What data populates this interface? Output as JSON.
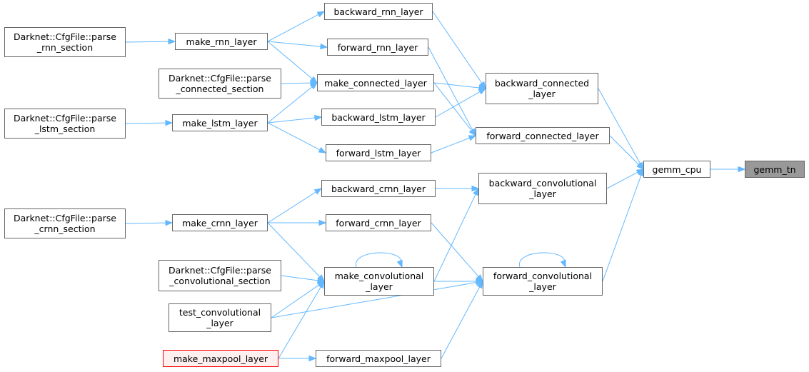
{
  "graph": {
    "colors": {
      "edge": "#63b8ff",
      "node_border": "#666666",
      "current_fill": "#999999",
      "incomplete_border": "#ff0000"
    },
    "nodes": {
      "gemm_tn": {
        "label": "gemm_tn",
        "current": true
      },
      "gemm_cpu": {
        "label": "gemm_cpu"
      },
      "backward_connected_layer": {
        "label": "backward_connected\n_layer"
      },
      "forward_connected_layer": {
        "label": "forward_connected_layer"
      },
      "backward_convolutional_layer": {
        "label": "backward_convolutional\n_layer"
      },
      "forward_convolutional_layer": {
        "label": "forward_convolutional\n_layer"
      },
      "backward_rnn_layer": {
        "label": "backward_rnn_layer"
      },
      "forward_rnn_layer": {
        "label": "forward_rnn_layer"
      },
      "make_connected_layer": {
        "label": "make_connected_layer"
      },
      "backward_lstm_layer": {
        "label": "backward_lstm_layer"
      },
      "forward_lstm_layer": {
        "label": "forward_lstm_layer"
      },
      "backward_crnn_layer": {
        "label": "backward_crnn_layer"
      },
      "forward_crnn_layer": {
        "label": "forward_crnn_layer"
      },
      "make_convolutional_layer": {
        "label": "make_convolutional\n_layer"
      },
      "forward_maxpool_layer": {
        "label": "forward_maxpool_layer"
      },
      "make_rnn_layer": {
        "label": "make_rnn_layer"
      },
      "make_lstm_layer": {
        "label": "make_lstm_layer"
      },
      "make_crnn_layer": {
        "label": "make_crnn_layer"
      },
      "test_convolutional_layer": {
        "label": "test_convolutional\n_layer"
      },
      "make_maxpool_layer": {
        "label": "make_maxpool_layer",
        "incomplete": true
      },
      "parse_rnn_section": {
        "label": "Darknet::CfgFile::parse\n_rnn_section"
      },
      "parse_connected_section": {
        "label": "Darknet::CfgFile::parse\n_connected_section"
      },
      "parse_lstm_section": {
        "label": "Darknet::CfgFile::parse\n_lstm_section"
      },
      "parse_crnn_section": {
        "label": "Darknet::CfgFile::parse\n_crnn_section"
      },
      "parse_convolutional_section": {
        "label": "Darknet::CfgFile::parse\n_convolutional_section"
      }
    },
    "edges": [
      [
        "gemm_cpu",
        "gemm_tn"
      ],
      [
        "backward_connected_layer",
        "gemm_cpu"
      ],
      [
        "forward_connected_layer",
        "gemm_cpu"
      ],
      [
        "backward_convolutional_layer",
        "gemm_cpu"
      ],
      [
        "forward_convolutional_layer",
        "gemm_cpu"
      ],
      [
        "backward_rnn_layer",
        "backward_connected_layer"
      ],
      [
        "make_connected_layer",
        "backward_connected_layer"
      ],
      [
        "backward_lstm_layer",
        "backward_connected_layer"
      ],
      [
        "forward_rnn_layer",
        "forward_connected_layer"
      ],
      [
        "make_connected_layer",
        "forward_connected_layer"
      ],
      [
        "forward_lstm_layer",
        "forward_connected_layer"
      ],
      [
        "backward_crnn_layer",
        "backward_convolutional_layer"
      ],
      [
        "make_convolutional_layer",
        "backward_convolutional_layer"
      ],
      [
        "forward_crnn_layer",
        "forward_convolutional_layer"
      ],
      [
        "make_convolutional_layer",
        "forward_convolutional_layer"
      ],
      [
        "forward_convolutional_layer",
        "forward_convolutional_layer"
      ],
      [
        "test_convolutional_layer",
        "forward_convolutional_layer"
      ],
      [
        "forward_maxpool_layer",
        "forward_convolutional_layer"
      ],
      [
        "make_rnn_layer",
        "backward_rnn_layer"
      ],
      [
        "make_rnn_layer",
        "forward_rnn_layer"
      ],
      [
        "make_rnn_layer",
        "make_connected_layer"
      ],
      [
        "make_lstm_layer",
        "make_connected_layer"
      ],
      [
        "parse_connected_section",
        "make_connected_layer"
      ],
      [
        "make_lstm_layer",
        "backward_lstm_layer"
      ],
      [
        "make_lstm_layer",
        "forward_lstm_layer"
      ],
      [
        "make_crnn_layer",
        "backward_crnn_layer"
      ],
      [
        "make_crnn_layer",
        "forward_crnn_layer"
      ],
      [
        "make_crnn_layer",
        "make_convolutional_layer"
      ],
      [
        "make_convolutional_layer",
        "make_convolutional_layer"
      ],
      [
        "parse_convolutional_section",
        "make_convolutional_layer"
      ],
      [
        "test_convolutional_layer",
        "make_convolutional_layer"
      ],
      [
        "make_maxpool_layer",
        "make_convolutional_layer"
      ],
      [
        "make_maxpool_layer",
        "forward_maxpool_layer"
      ],
      [
        "parse_rnn_section",
        "make_rnn_layer"
      ],
      [
        "parse_lstm_section",
        "make_lstm_layer"
      ],
      [
        "parse_crnn_section",
        "make_crnn_layer"
      ]
    ]
  }
}
